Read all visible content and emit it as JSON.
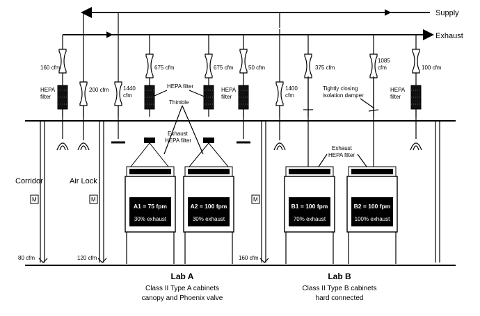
{
  "ducts": {
    "supply": "Supply",
    "exhaust": "Exhaust"
  },
  "flows": {
    "f160": "160 cfm",
    "f200": "200 cfm",
    "f1440a": "1440",
    "f1440b": "cfm",
    "f675a": "675 cfm",
    "f675b": "675 cfm",
    "f50": "50 cfm",
    "f1400a": "1400",
    "f1400b": "cfm",
    "f375": "375 cfm",
    "f1085a": "1085",
    "f1085b": "cfm",
    "f100": "100 cfm",
    "f80": "80 cfm",
    "f120": "120 cfm",
    "f160b": "160 cfm"
  },
  "labels": {
    "hepa1a": "HEPA",
    "hepa1b": "filter",
    "hepaA": "HEPA filter",
    "thimble": "Thimble",
    "hepa3a": "HEPA",
    "hepa3b": "filter",
    "hepa4a": "HEPA",
    "hepa4b": "filter",
    "damper1": "Tightly closing",
    "damper2": "isolation damper",
    "exhA1": "Exhaust",
    "exhA2": "HEPA filter",
    "exhB1": "Exhaust",
    "exhB2": "HEPA filter",
    "corridor": "Corridor",
    "airlock": "Air Lock",
    "m": "M"
  },
  "cabinets": [
    {
      "name": "A1 = 75 fpm",
      "exhaust": "30% exhaust"
    },
    {
      "name": "A2 = 100 fpm",
      "exhaust": "30% exhaust"
    },
    {
      "name": "B1 = 100 fpm",
      "exhaust": "70% exhaust"
    },
    {
      "name": "B2 = 100 fpm",
      "exhaust": "100% exhaust"
    }
  ],
  "labA": {
    "title": "Lab A",
    "line1": "Class II Type A cabinets",
    "line2": "canopy and Phoenix valve"
  },
  "labB": {
    "title": "Lab B",
    "line1": "Class II Type B cabinets",
    "line2": "hard connected"
  }
}
